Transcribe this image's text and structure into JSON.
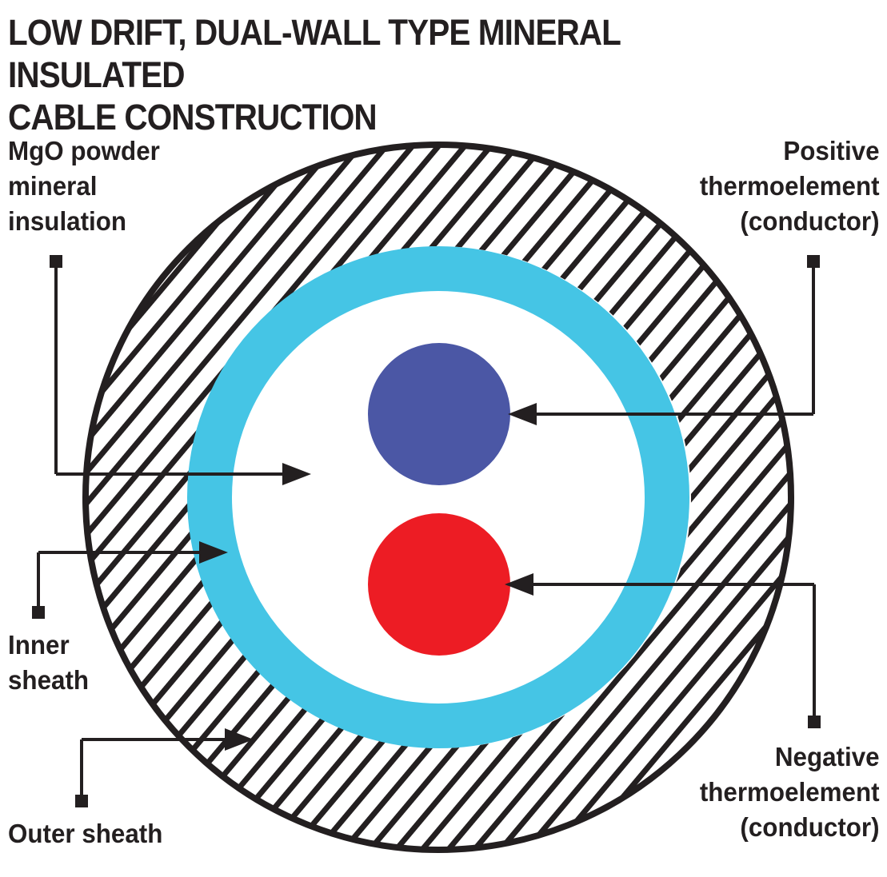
{
  "title": "LOW DRIFT, DUAL-WALL TYPE MINERAL INSULATED\nCABLE CONSTRUCTION",
  "diagram": {
    "labels": {
      "mgo_insulation": "MgO powder\nmineral\ninsulation",
      "positive_thermoelement": "Positive\nthermoelement\n(conductor)",
      "inner_sheath": "Inner\nsheath",
      "outer_sheath": "Outer sheath",
      "negative_thermoelement": "Negative\nthermoelement\n(conductor)"
    }
  },
  "colors": {
    "ink": "#231f20",
    "background": "#ffffff",
    "inner_sheath_cyan": "#45c5e5",
    "positive_conductor_blue": "#4b57a5",
    "negative_conductor_red": "#ed1c24"
  }
}
